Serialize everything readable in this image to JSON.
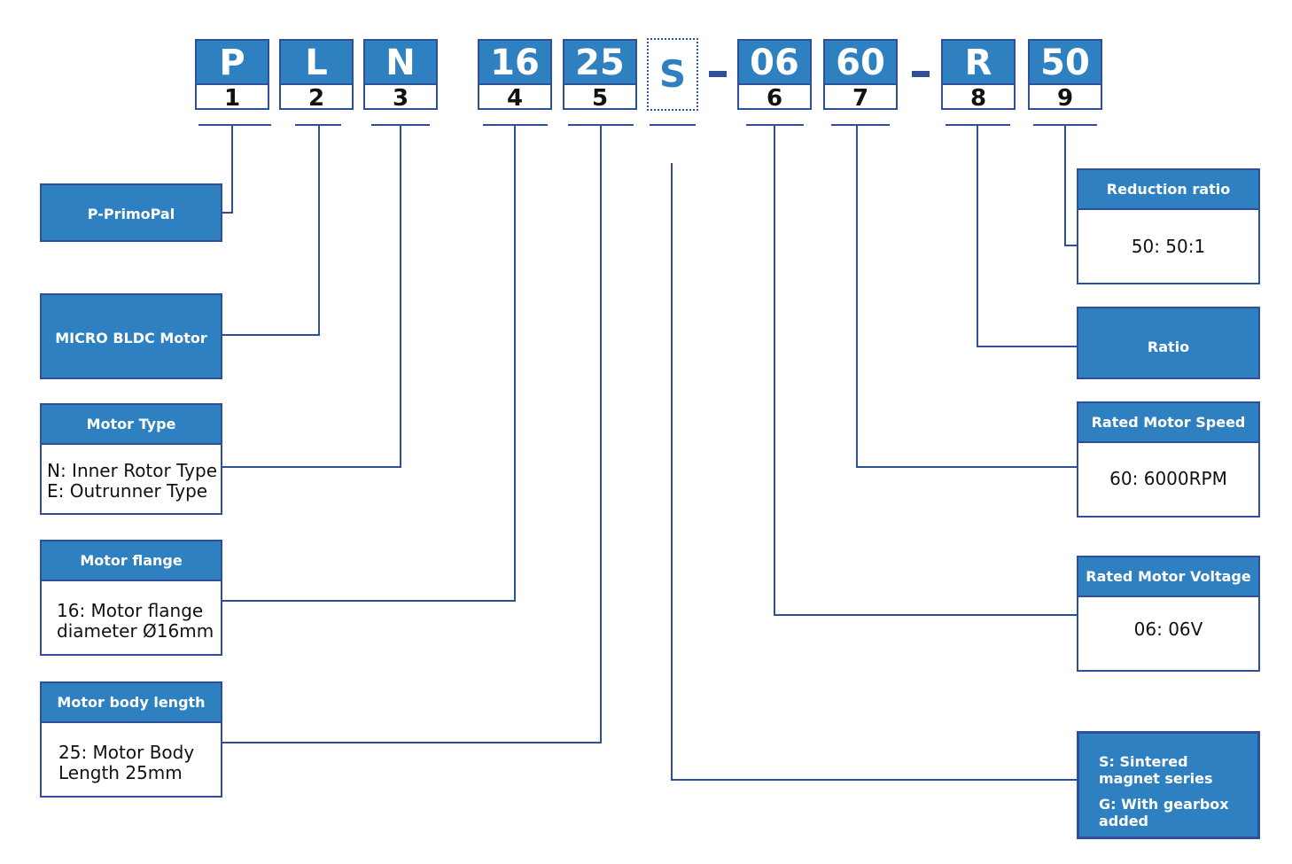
{
  "code_segments": [
    {
      "code": "P",
      "index": "1"
    },
    {
      "code": "L",
      "index": "2"
    },
    {
      "code": "N",
      "index": "3"
    },
    {
      "code": "16",
      "index": "4"
    },
    {
      "code": "25",
      "index": "5"
    },
    {
      "code": "S",
      "index": ""
    },
    {
      "code": "06",
      "index": "6"
    },
    {
      "code": "60",
      "index": "7"
    },
    {
      "code": "R",
      "index": "8"
    },
    {
      "code": "50",
      "index": "9"
    }
  ],
  "left_boxes": {
    "brand": {
      "label": "P-PrimoPal"
    },
    "category": {
      "label": "MICRO BLDC Motor"
    },
    "motor_type": {
      "title": "Motor Type",
      "lines": [
        "N: Inner Rotor Type",
        "E: Outrunner Type"
      ]
    },
    "flange": {
      "title": "Motor flange diameter",
      "lines": [
        "16: Motor flange",
        "diameter Ø16mm"
      ]
    },
    "body_length": {
      "title": "Motor body length",
      "lines": [
        "25: Motor Body",
        "Length 25mm"
      ]
    }
  },
  "right_boxes": {
    "reduction_ratio": {
      "title": "Reduction ratio",
      "value": "50: 50:1"
    },
    "ratio": {
      "label": "Ratio"
    },
    "speed": {
      "title": "Rated Motor Speed",
      "value": "60: 6000RPM"
    },
    "voltage": {
      "title": "Rated Motor Voltage",
      "value": "06: 06V"
    },
    "series": {
      "lines": [
        "S: Sintered magnet series",
        "G: With gearbox added"
      ]
    }
  },
  "colors": {
    "accent_fill": "#2f80c1",
    "border": "#2f4f9a",
    "line": "#2f4f9a",
    "text": "#111111"
  }
}
